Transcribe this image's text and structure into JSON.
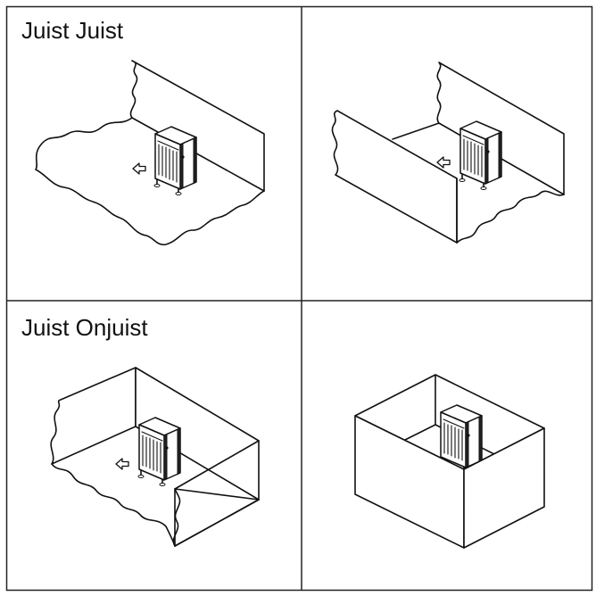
{
  "panels": [
    {
      "id": "top-left",
      "caption": "Juist Juist"
    },
    {
      "id": "top-right",
      "caption": ""
    },
    {
      "id": "bottom-left",
      "caption": "Juist Onjuist"
    },
    {
      "id": "bottom-right",
      "caption": ""
    }
  ],
  "colors": {
    "line": "#111111",
    "background": "#ffffff"
  },
  "icons": [
    "outdoor-unit-icon",
    "airflow-arrow-icon"
  ]
}
